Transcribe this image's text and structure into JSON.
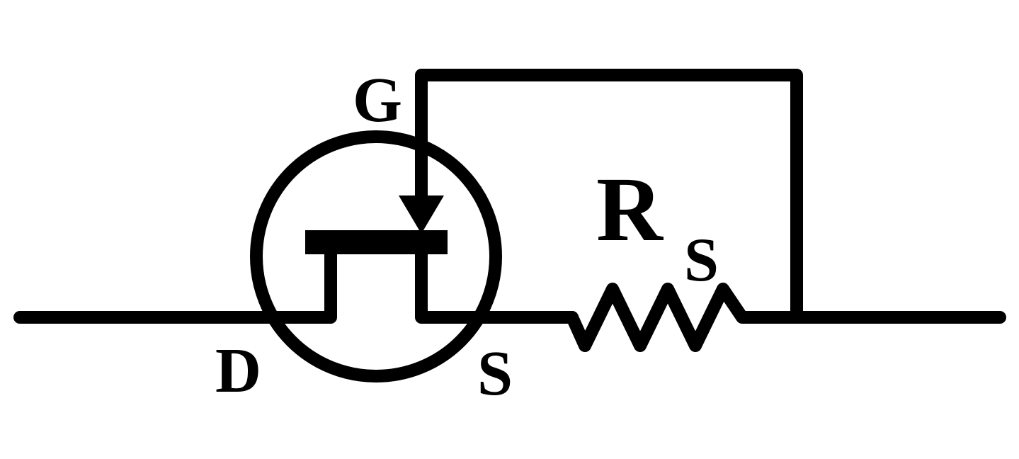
{
  "labels": {
    "gate": "G",
    "drain": "D",
    "source": "S",
    "resistor_main": "R",
    "resistor_sub": "S"
  },
  "colors": {
    "stroke": "#000000",
    "background": "#ffffff"
  }
}
